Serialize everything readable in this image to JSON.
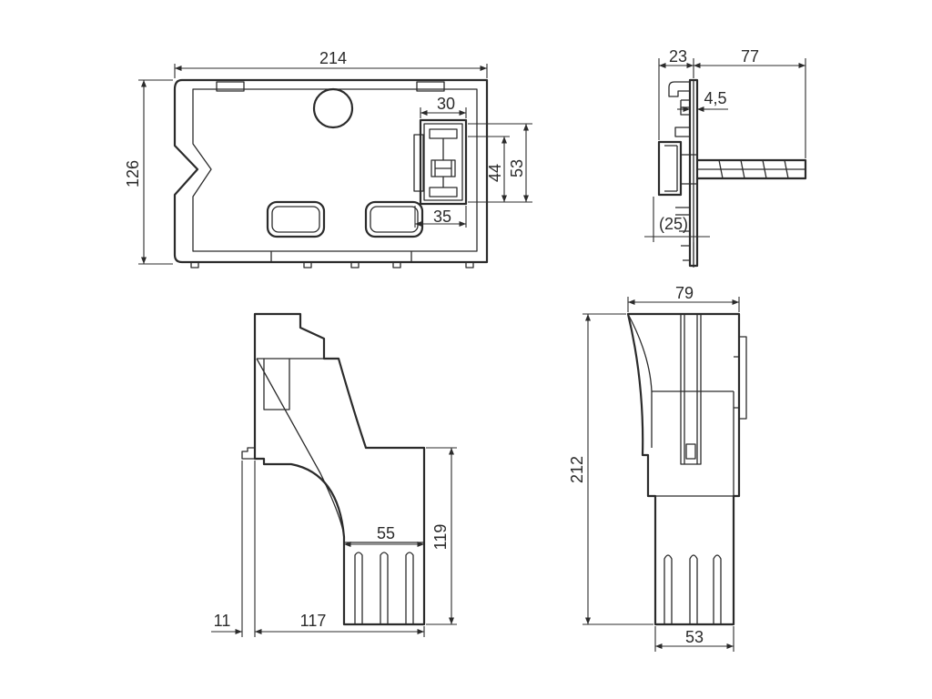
{
  "views": {
    "front": {
      "width": "214",
      "height": "126",
      "module_width": "30",
      "module_height_outer": "53",
      "module_height_inner": "44",
      "module_bottom": "35"
    },
    "side": {
      "depth_left": "23",
      "rod_length": "77",
      "plate": "4,5",
      "back_ref": "(25)"
    },
    "lower_left": {
      "height": "119",
      "duct_width": "55",
      "offset": "11",
      "total_width": "117"
    },
    "lower_right": {
      "top_width": "79",
      "height": "212",
      "bottom_width": "53"
    }
  }
}
